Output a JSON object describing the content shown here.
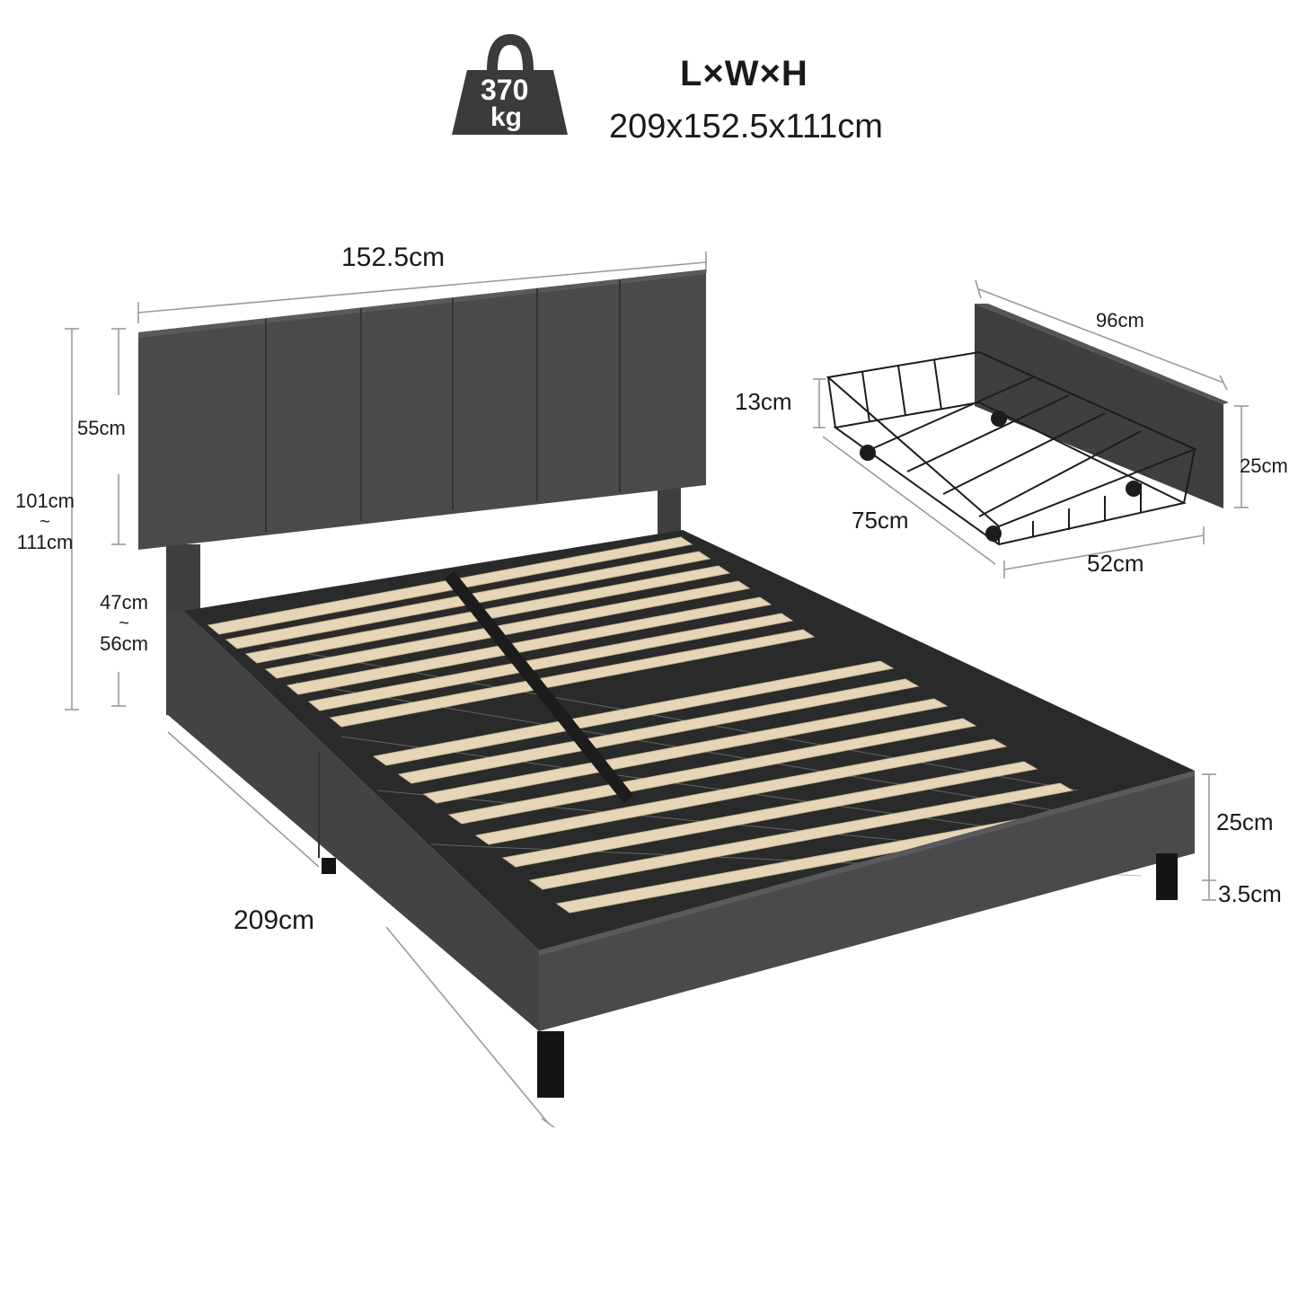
{
  "header": {
    "capacity_number": "370",
    "capacity_unit": "kg",
    "title": "L×W×H",
    "dimensions": "209x152.5x111cm"
  },
  "bed": {
    "width": "152.5cm",
    "length": "209cm",
    "headboard_height": "55cm",
    "total_height_min": "101cm",
    "total_height_max": "111cm",
    "headboard_adjust_min": "47cm",
    "headboard_adjust_max": "56cm",
    "tilde": "~",
    "frame_height": "25cm",
    "clearance": "3.5cm"
  },
  "drawer": {
    "length": "96cm",
    "basket_height": "13cm",
    "panel_height": "25cm",
    "depth": "75cm",
    "width": "52cm"
  },
  "colors": {
    "upholstery": "#4a4a4c",
    "slats": "#e6d6b8",
    "metal": "#1c1c1c",
    "dimension_lines": "#9a9a9a"
  }
}
